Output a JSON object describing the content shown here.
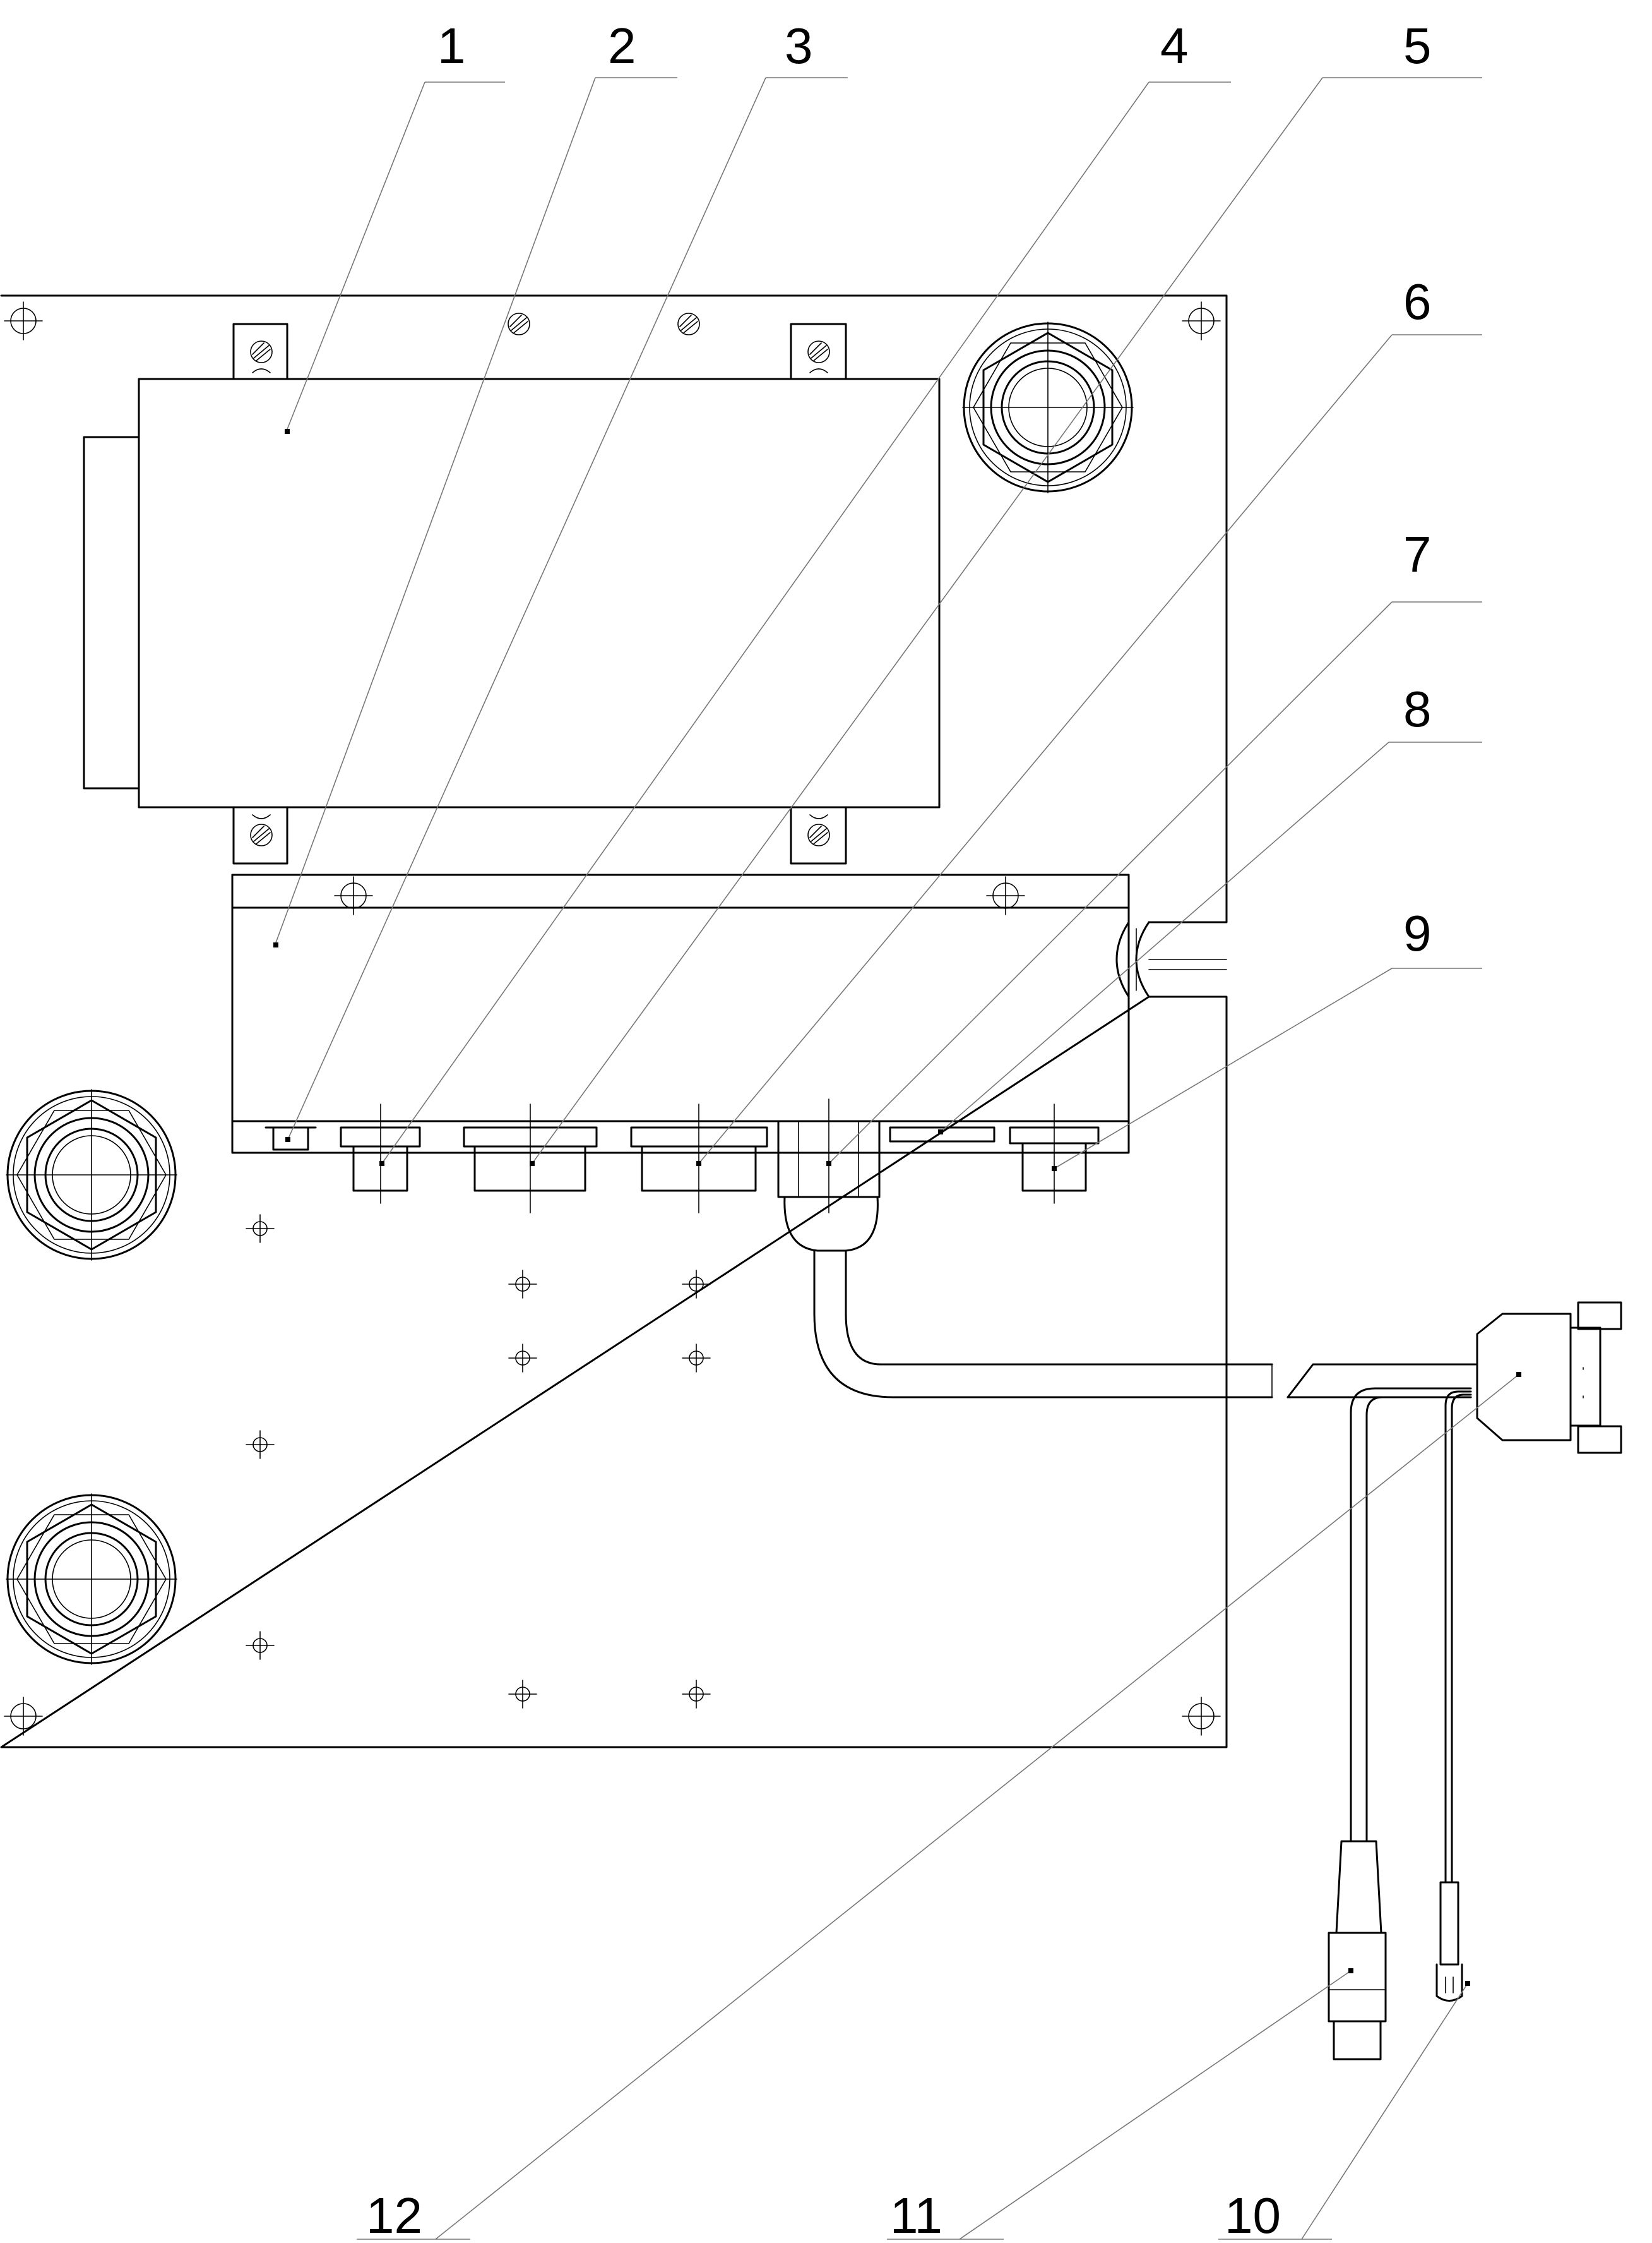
{
  "drawing": {
    "callouts": [
      {
        "label": "1"
      },
      {
        "label": "2"
      },
      {
        "label": "3"
      },
      {
        "label": "4"
      },
      {
        "label": "5"
      },
      {
        "label": "6"
      },
      {
        "label": "7"
      },
      {
        "label": "8"
      },
      {
        "label": "9"
      },
      {
        "label": "10"
      },
      {
        "label": "11"
      },
      {
        "label": "12"
      }
    ]
  }
}
